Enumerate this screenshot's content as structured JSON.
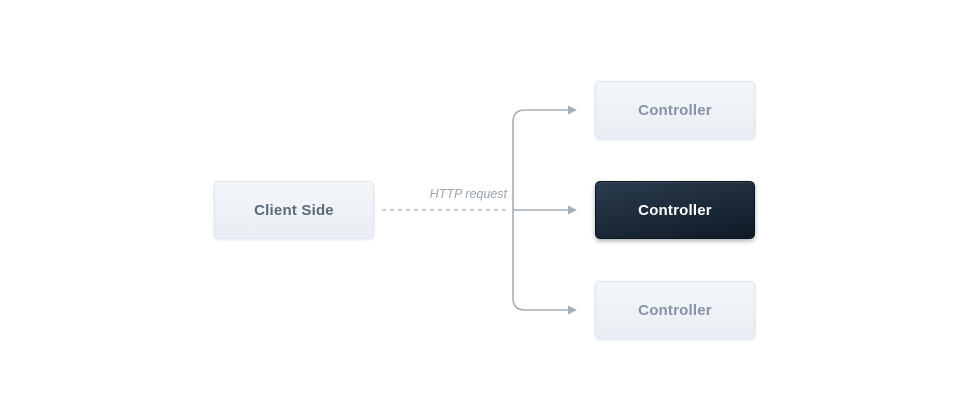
{
  "diagram": {
    "client": {
      "label": "Client Side"
    },
    "edge": {
      "label": "HTTP request"
    },
    "controllers": [
      {
        "label": "Controller",
        "variant": "light"
      },
      {
        "label": "Controller",
        "variant": "dark"
      },
      {
        "label": "Controller",
        "variant": "light"
      }
    ],
    "colors": {
      "background": "#ffffff",
      "node_light_bg_top": "#f4f7fa",
      "node_light_bg_bottom": "#e9eef4",
      "node_light_border": "#dfe5ed",
      "node_light_text": "#8592a4",
      "client_text": "#5b6878",
      "node_dark_bg_top": "#2b3b4e",
      "node_dark_bg_bottom": "#0f1a26",
      "node_dark_text": "#ffffff",
      "connector": "#a6aeba",
      "connector_dashed": "#b7bec9",
      "edge_label_text": "#9aa4b1"
    }
  }
}
